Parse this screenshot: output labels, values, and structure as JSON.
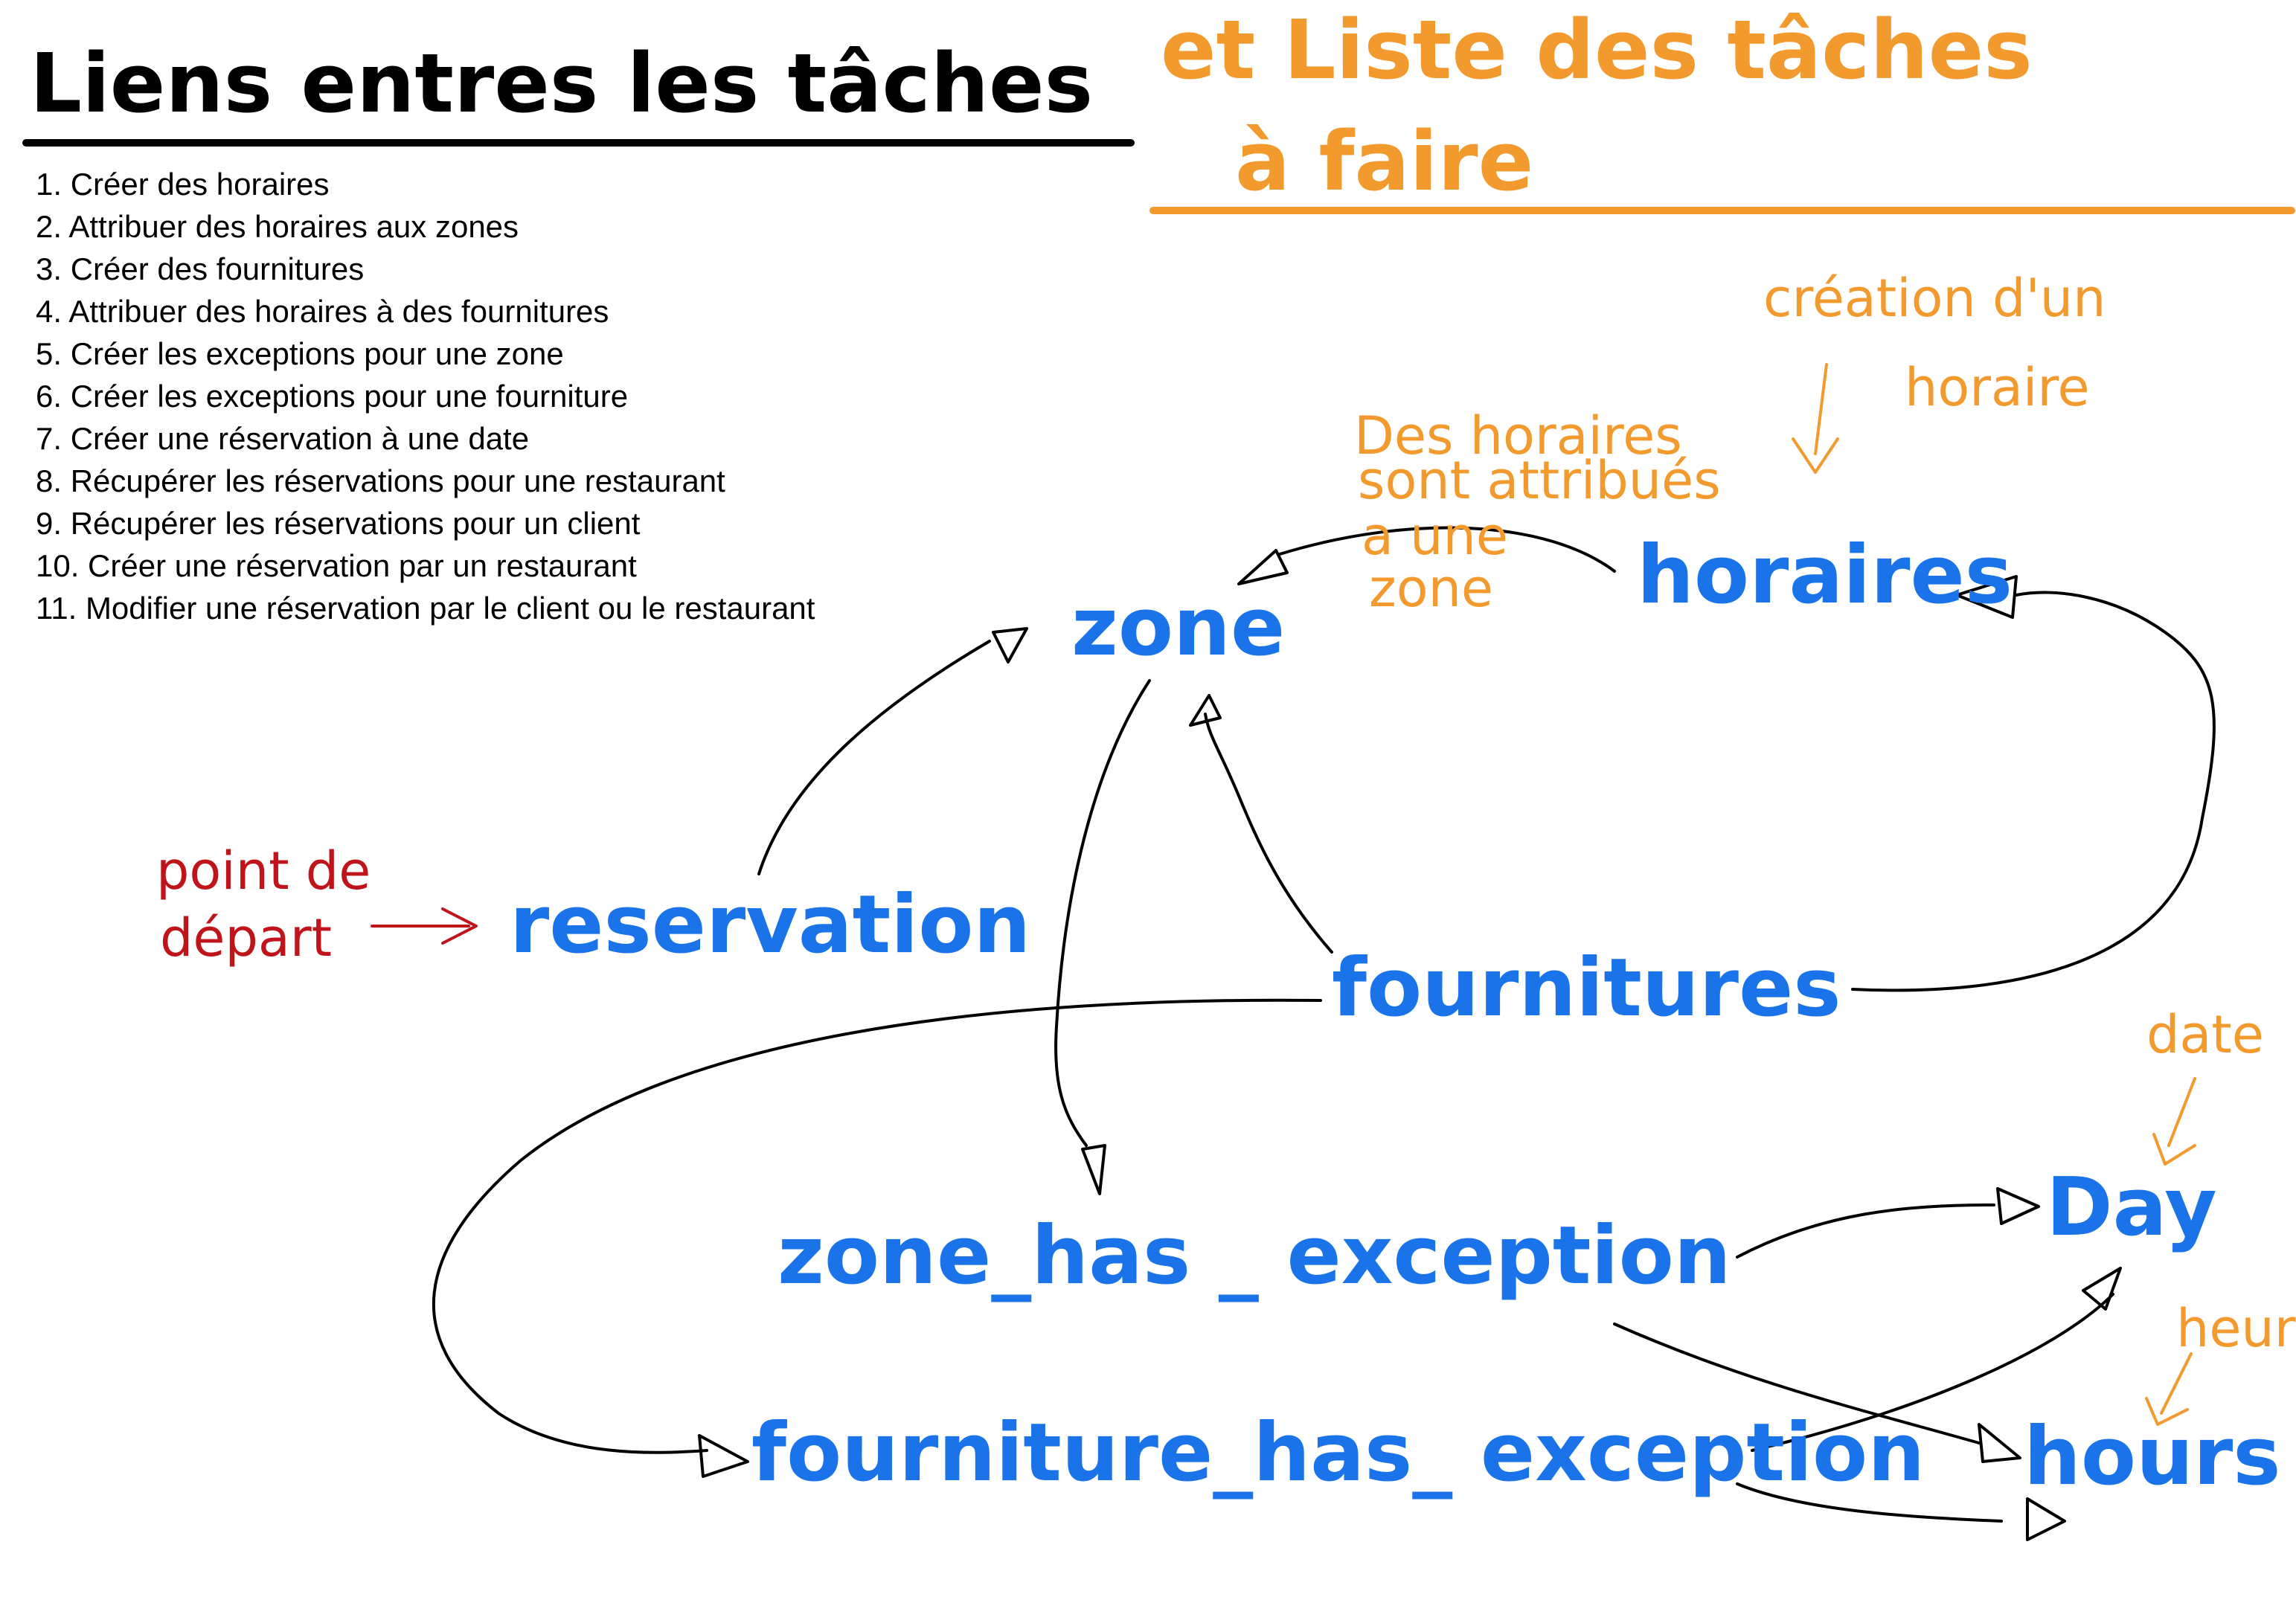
{
  "colors": {
    "black": "#000000",
    "orange": "#f29a2e",
    "blue": "#1a73e8",
    "red": "#c0141b"
  },
  "title": {
    "part1": "Liens entres les tâches",
    "part2_line1": "et Liste des tâches",
    "part2_line2": "à faire"
  },
  "tasks": [
    "1. Créer des horaires",
    "2. Attribuer des horaires aux zones",
    "3. Créer des fournitures",
    "4. Attribuer des horaires à des fournitures",
    "5. Créer les exceptions pour une zone",
    "6. Créer les exceptions pour une fourniture",
    "7. Créer une réservation à une date",
    "8. Récupérer les réservations pour une restaurant",
    "9. Récupérer les réservations pour un client",
    "10. Créer une réservation par un restaurant",
    "11. Modifier une réservation par le client ou le restaurant"
  ],
  "nodes": {
    "zone": "zone",
    "horaires": "horaires",
    "reservation": "reservation",
    "fournitures": "fournitures",
    "zone_has_exception": "zone_has _ exception",
    "fourniture_has_exception": "fourniture_has_ exception",
    "day": "Day",
    "hours": "hours"
  },
  "annotations": {
    "creation_line1": "création d'un",
    "creation_line2": "horaire",
    "attrib_line1": "Des horaires",
    "attrib_line2": "sont attribués",
    "attrib_line3": "a une",
    "attrib_line4": "zone",
    "start_line1": "point de",
    "start_line2": "départ",
    "date": "date",
    "heure": "heure"
  }
}
